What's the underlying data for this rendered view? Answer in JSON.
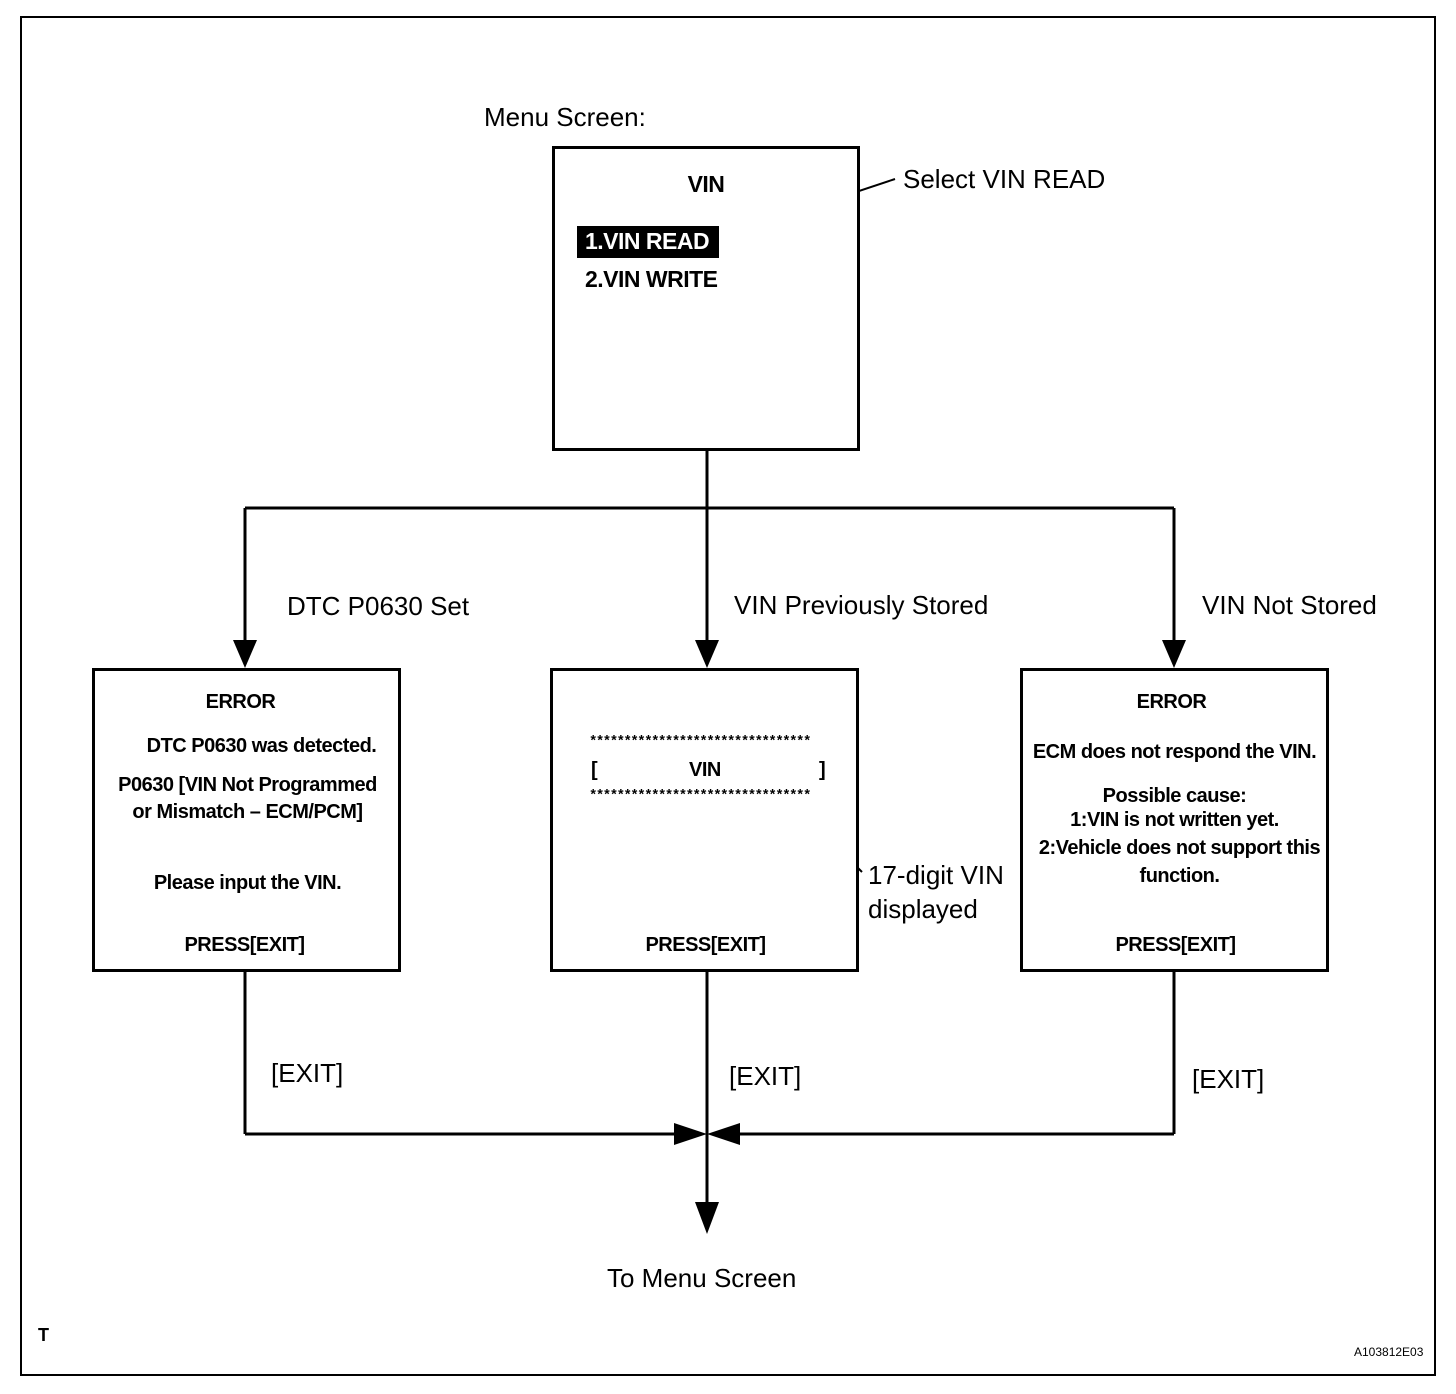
{
  "menu_screen": {
    "caption": "Menu Screen:",
    "title": "VIN",
    "items": [
      "1.VIN READ",
      "2.VIN WRITE"
    ],
    "selected_index": 0
  },
  "callouts": {
    "select": "Select VIN READ",
    "vin_digits_line1": "17-digit VIN",
    "vin_digits_line2": "displayed"
  },
  "branches": {
    "left": "DTC P0630 Set",
    "middle": "VIN Previously Stored",
    "right": "VIN Not Stored"
  },
  "screens": {
    "dtc_error": {
      "title": "ERROR",
      "line1": "DTC P0630 was detected.",
      "line2": "P0630  [VIN Not Programmed",
      "line3": "or Mismatch – ECM/PCM]",
      "line4": "Please input the VIN.",
      "footer": "PRESS[EXIT]"
    },
    "vin_display": {
      "stars": "********************************",
      "bracket_open": "[",
      "vin_label": "VIN",
      "bracket_close": "]",
      "footer": "PRESS[EXIT]"
    },
    "not_stored_error": {
      "title": "ERROR",
      "line1": "ECM does not respond the VIN.",
      "line2": "Possible cause:",
      "line3": "1:VIN is not written yet.",
      "line4": "2:Vehicle does not support this",
      "line5": "function.",
      "footer": "PRESS[EXIT]"
    }
  },
  "exit_labels": [
    "[EXIT]",
    "[EXIT]",
    "[EXIT]"
  ],
  "destination": "To Menu Screen",
  "corner_mark": "T",
  "figure_id": "A103812E03"
}
